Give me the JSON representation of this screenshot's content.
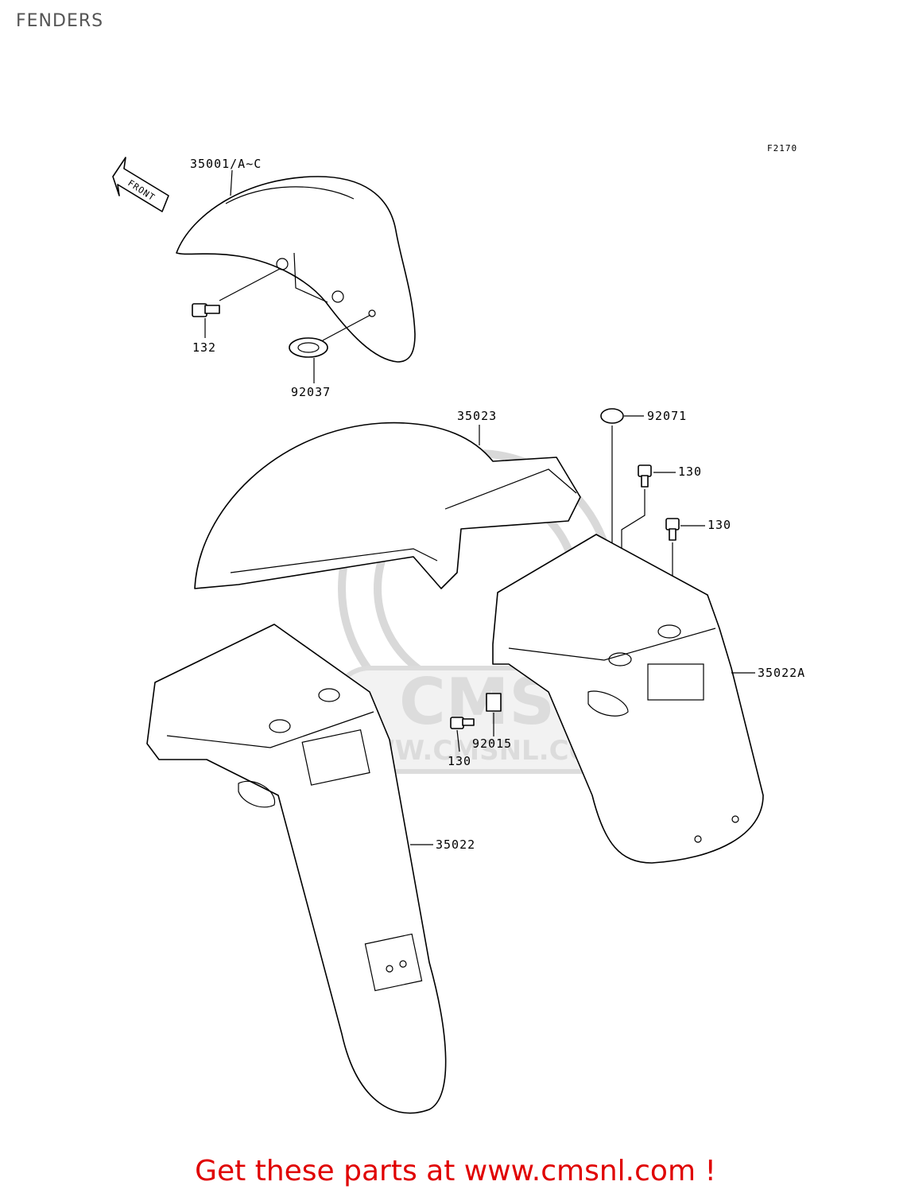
{
  "page": {
    "title": "FENDERS"
  },
  "diagram": {
    "figure_code": "F2170",
    "front_arrow_label": "FRONT",
    "watermark": {
      "logo_text": "CMS",
      "url_text": "WWW.CMSNL.COM"
    },
    "callouts": {
      "front_fender": "35001/A~C",
      "bolt_front": "132",
      "clip_front": "92037",
      "inner_fender": "35023",
      "cap": "92071",
      "bolt_right_1": "130",
      "bolt_right_2": "130",
      "bolt_center": "130",
      "nut_center": "92015",
      "rear_fender_left": "35022",
      "rear_fender_right": "35022A"
    }
  },
  "footer": {
    "cta_text": "Get these parts at www.cmsnl.com !",
    "cta_color": "#e00000"
  }
}
